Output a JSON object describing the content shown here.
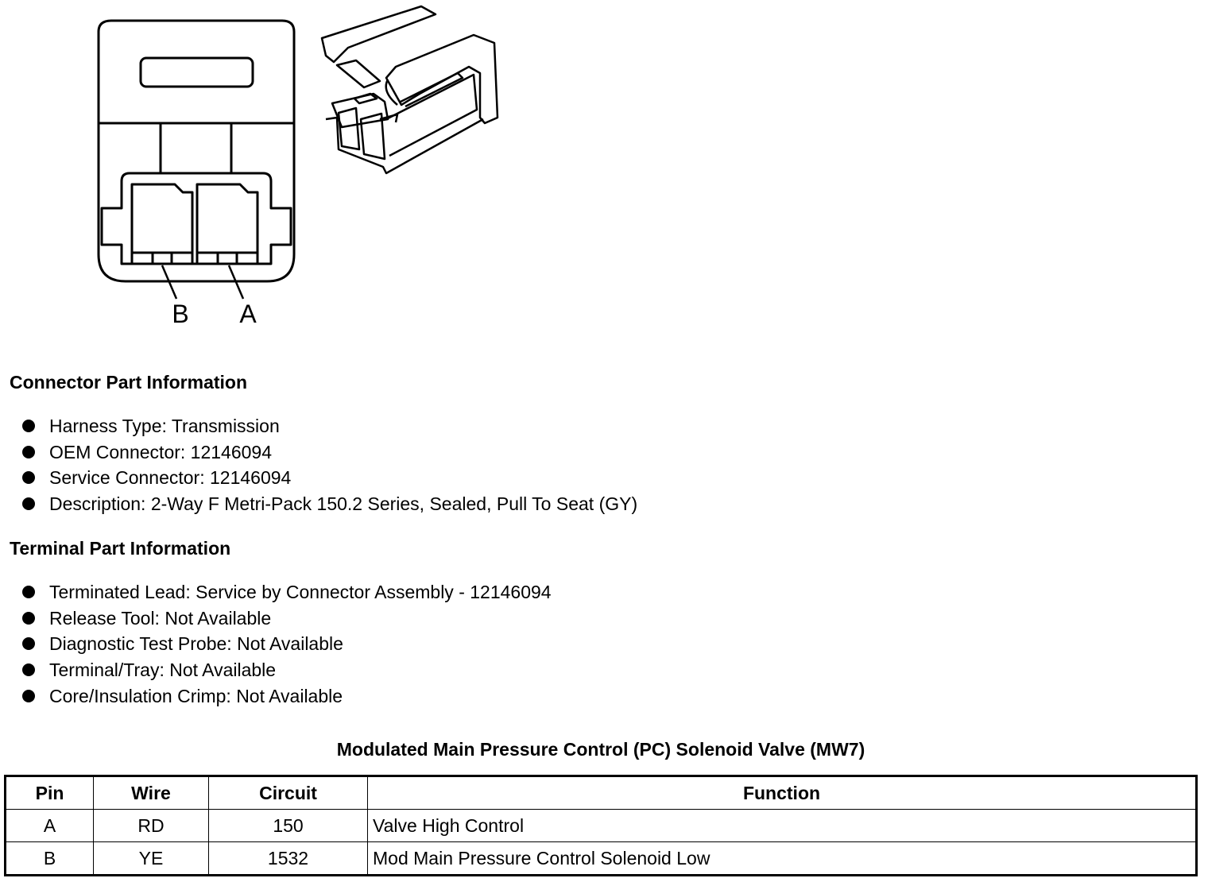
{
  "connector": {
    "pin_labels": [
      "B",
      "A"
    ]
  },
  "connector_info": {
    "heading": "Connector Part Information",
    "items": [
      "Harness Type: Transmission",
      "OEM Connector: 12146094",
      "Service Connector: 12146094",
      "Description: 2-Way F Metri-Pack 150.2 Series, Sealed, Pull To Seat (GY)"
    ]
  },
  "terminal_info": {
    "heading": "Terminal Part Information",
    "items": [
      "Terminated Lead: Service by Connector Assembly - 12146094",
      "Release Tool: Not Available",
      "Diagnostic Test Probe: Not Available",
      "Terminal/Tray: Not Available",
      "Core/Insulation Crimp: Not Available"
    ]
  },
  "pin_table": {
    "title": "Modulated Main Pressure Control (PC) Solenoid Valve (MW7)",
    "headers": [
      "Pin",
      "Wire",
      "Circuit",
      "Function"
    ],
    "rows": [
      [
        "A",
        "RD",
        "150",
        "Valve High Control"
      ],
      [
        "B",
        "YE",
        "1532",
        "Mod Main Pressure Control Solenoid Low"
      ]
    ]
  }
}
